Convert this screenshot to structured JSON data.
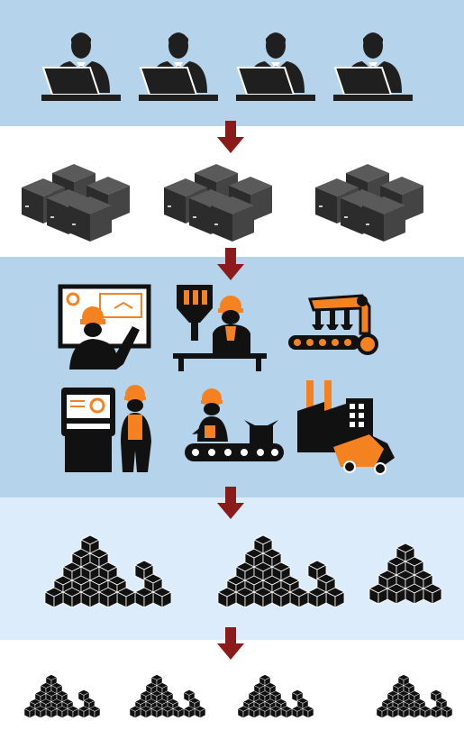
{
  "colors": {
    "band_blue": "#b5d3ea",
    "band_light_blue": "#dcecfa",
    "band_white": "#ffffff",
    "arrow": "#8b1a1a",
    "icon_dark": "#1f1f1f",
    "cube_grey": "#3a3a3a",
    "accent_orange": "#f58220"
  },
  "stages": [
    {
      "name": "managers",
      "icon": "businessman-laptop-icon",
      "count": 4
    },
    {
      "name": "raw-boxes",
      "icon": "box-stack-icon",
      "count": 3
    },
    {
      "name": "manufacturing",
      "icons": [
        "engineer-control-panel-icon",
        "factory-worker-machine-icon",
        "robotic-arm-conveyor-icon",
        "operator-console-icon",
        "worker-packing-conveyor-icon",
        "factory-delivery-truck-icon"
      ]
    },
    {
      "name": "product-cubes-large",
      "icon": "cube-pyramid-icon",
      "count": 3
    },
    {
      "name": "product-cubes-small",
      "icon": "cube-pyramid-icon",
      "count": 4
    }
  ],
  "arrows": 4
}
